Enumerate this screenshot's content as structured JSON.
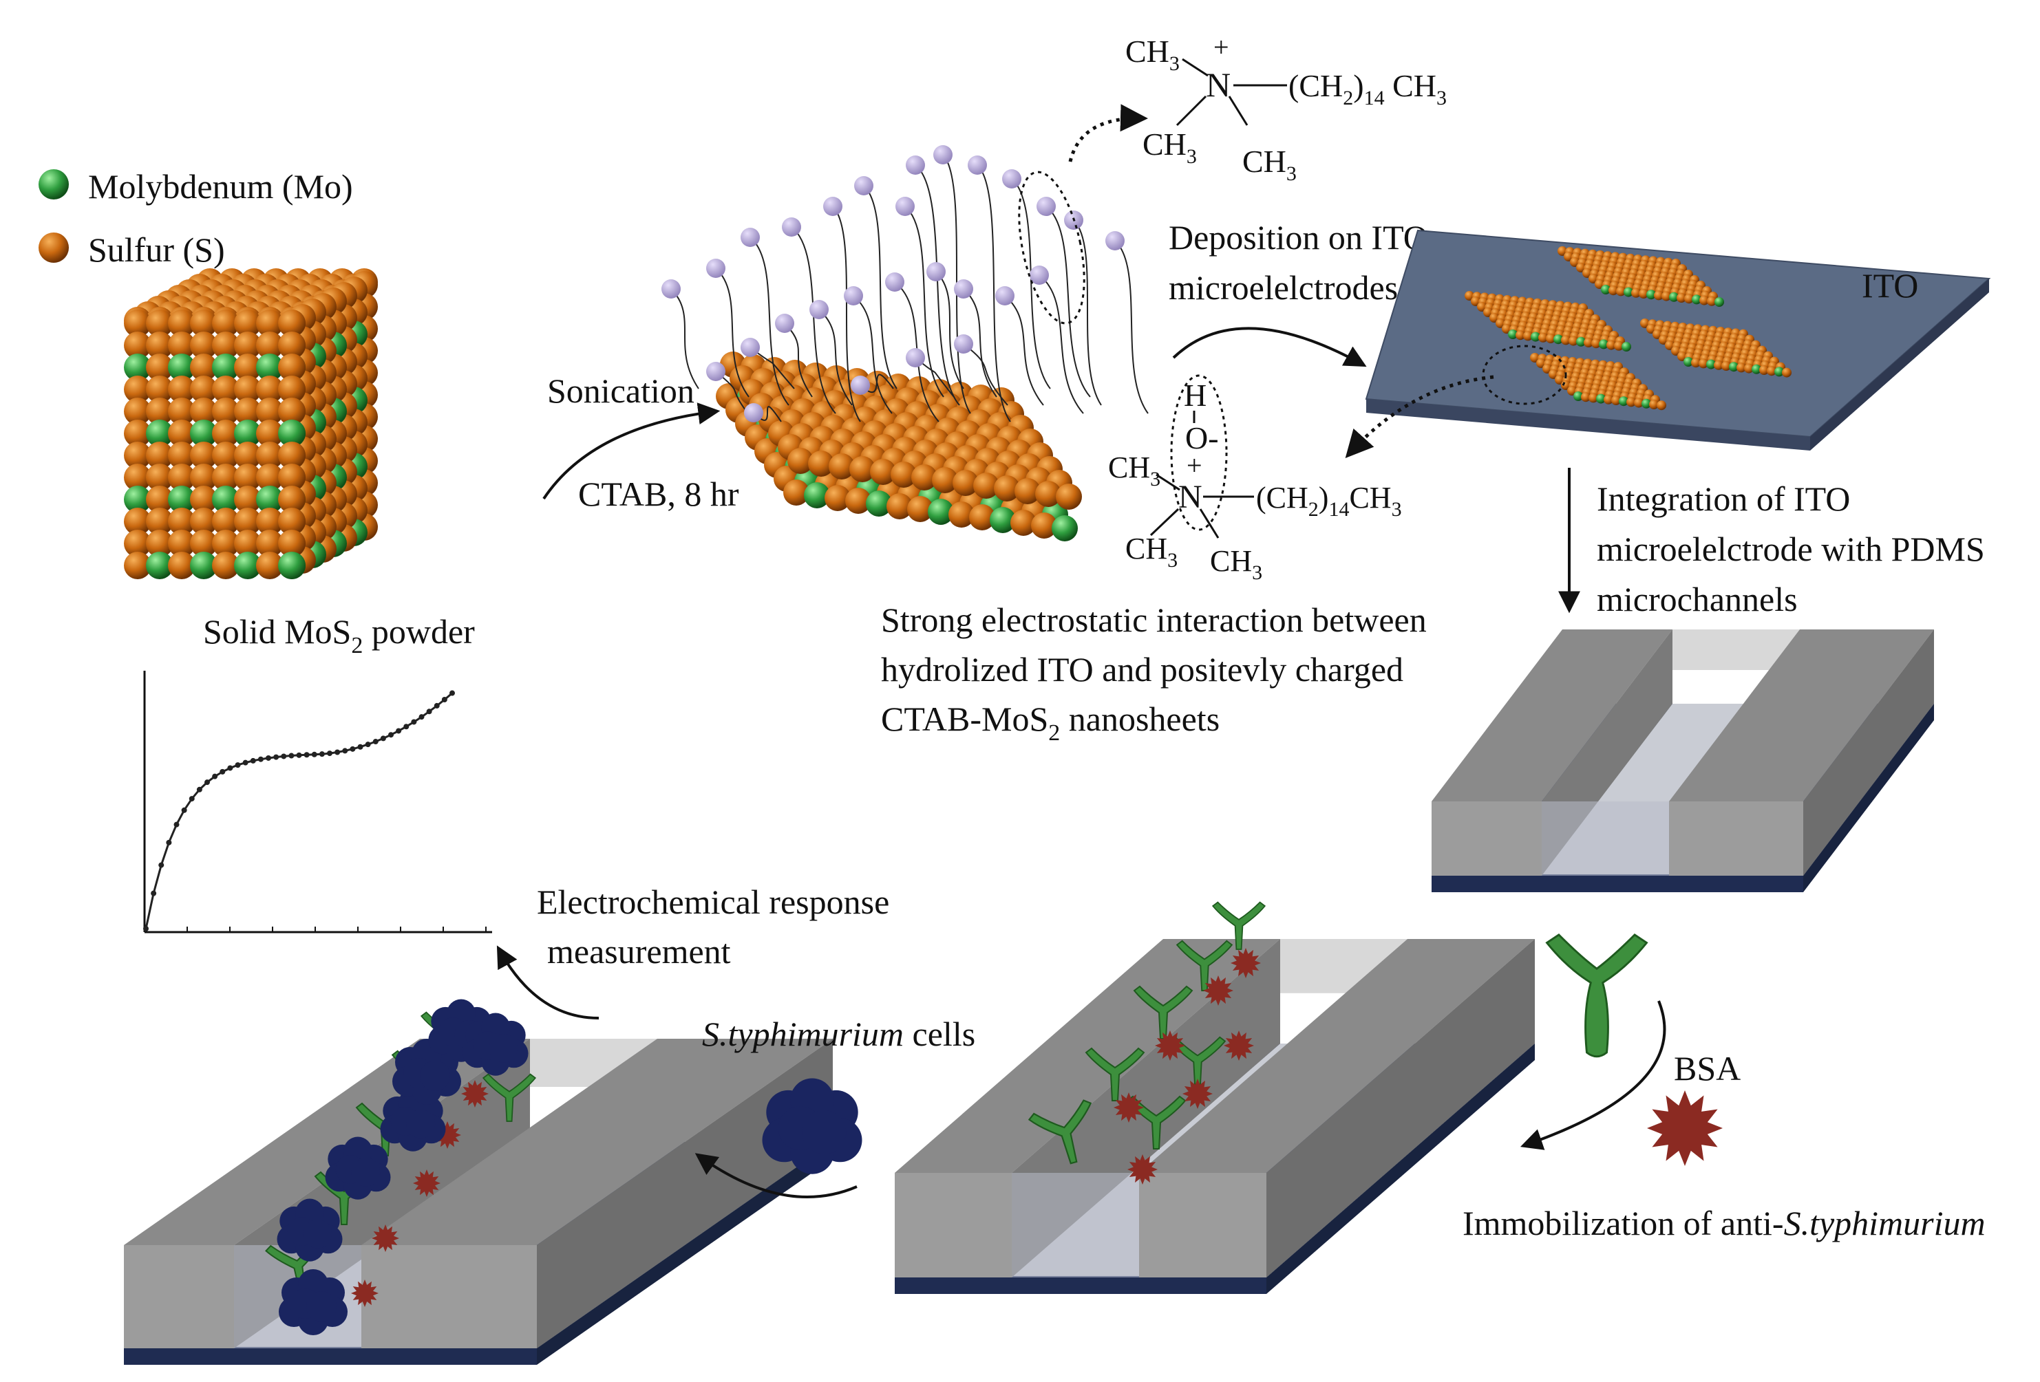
{
  "legend": {
    "mo_label": "Molybdenum (Mo)",
    "s_label": "Sulfur (S)",
    "mo_color": "#2f9e3f",
    "s_color": "#c9680f"
  },
  "labels": {
    "solid_prefix": "Solid MoS",
    "solid_sub": "2",
    "solid_suffix": " powder",
    "sonication": "Sonication",
    "ctab_time": "CTAB, 8 hr",
    "deposition_1": "Deposition on ITO",
    "deposition_2": "microelelctrodes",
    "ito": "ITO",
    "integration_1": "Integration of ITO",
    "integration_2": "microelelctrode with PDMS",
    "integration_3": "microchannels",
    "strong_1": "Strong electrostatic interaction between",
    "strong_2": "hydrolized ITO and positevly charged",
    "strong_3_prefix": "CTAB-MoS",
    "strong_3_sub": "2",
    "strong_3_suffix": " nanosheets",
    "electro_1": "Electrochemical response",
    "electro_2": "measurement",
    "cells_italic": "S.typhimurium",
    "cells_suffix": " cells",
    "bsa": "BSA",
    "immob_prefix": "Immobilization of anti-",
    "immob_italic": "S.typhimurium"
  },
  "chem_top": {
    "ch3_a": "CH",
    "ch3_a_sub": "3",
    "plus": "+",
    "n": "N",
    "chain": "(CH",
    "chain_sub1": "2",
    "chain_mid": ")",
    "chain_sub2": "14",
    "chain_end": " CH",
    "chain_sub3": "3",
    "ch3_b": "CH",
    "ch3_b_sub": "3",
    "ch3_c": "CH",
    "ch3_c_sub": "3"
  },
  "chem_mid": {
    "h": "H",
    "o": "O-",
    "plus": "+",
    "n": "N",
    "ch3_a": "CH",
    "ch3_a_sub": "3",
    "chain": "(CH",
    "chain_sub1": "2",
    "chain_mid": ")",
    "chain_sub2": "14",
    "chain_end": "CH",
    "chain_sub3": "3",
    "ch3_b": "CH",
    "ch3_b_sub": "3",
    "ch3_c": "CH",
    "ch3_c_sub": "3"
  },
  "colors": {
    "ito_substrate": "#5b6b85",
    "pdms_top": "#8a8a8a",
    "pdms_front": "#9c9c9c",
    "pdms_side": "#6e6e6e",
    "substrate_blue": "#2a3a66",
    "antibody": "#3d8f3d",
    "bsa": "#8b2a22",
    "bacteria": "#1a2560",
    "ctab_head": "#a89ac8"
  }
}
